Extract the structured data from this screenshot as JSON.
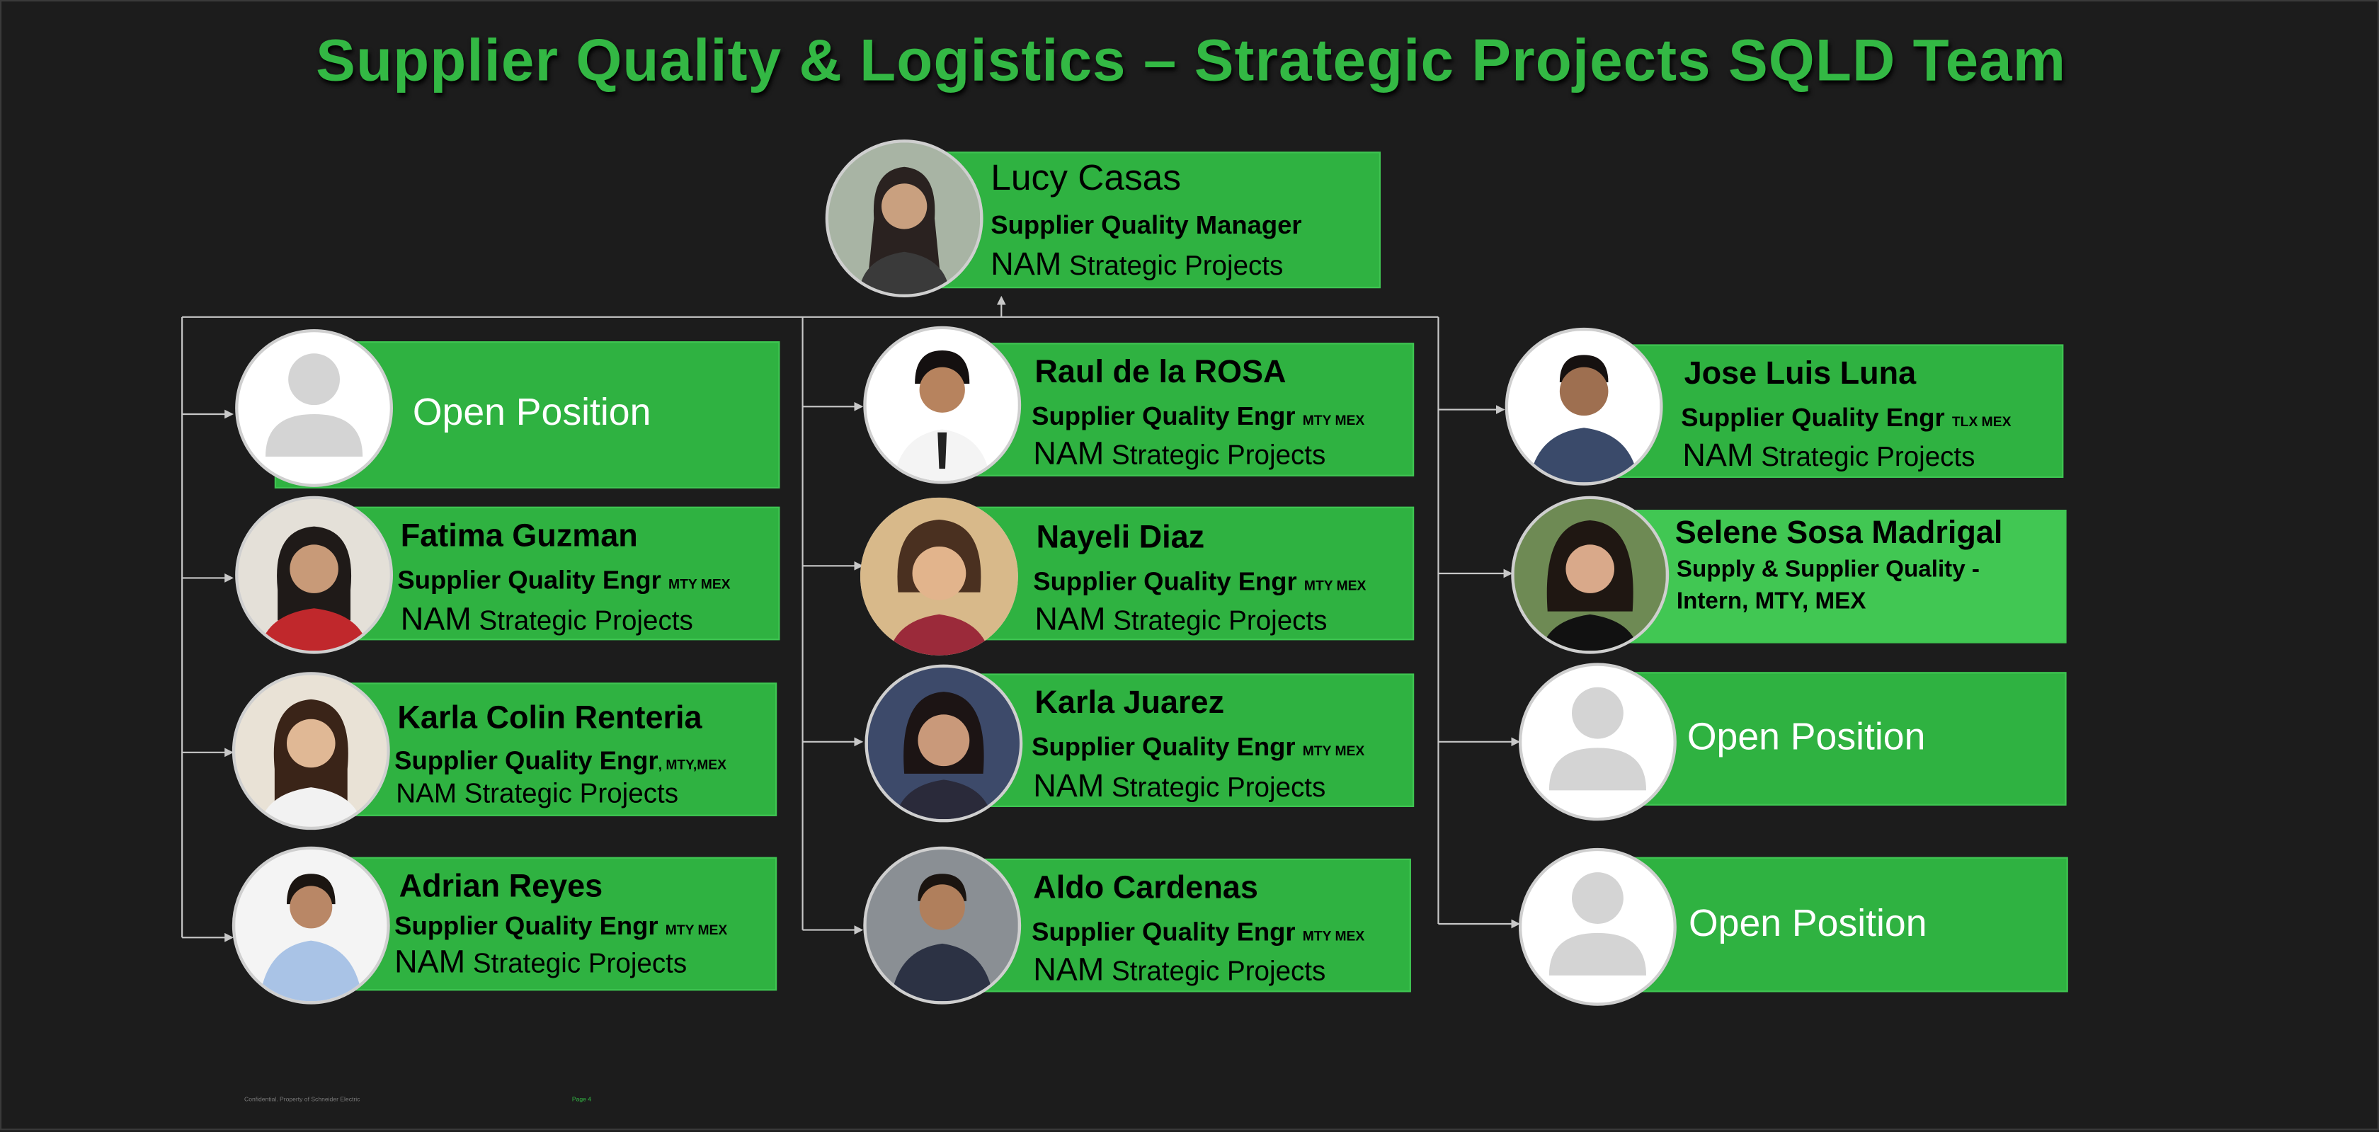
{
  "title": "Supplier Quality & Logistics – Strategic Projects SQLD Team",
  "manager": {
    "name": "Lucy Casas",
    "role": "Supplier Quality Manager",
    "loc_prefix": "NAM",
    "loc_rest": "Strategic Projects"
  },
  "left_column": [
    {
      "type": "open",
      "label": "Open Position"
    },
    {
      "name": "Fatima Guzman",
      "role": "Supplier Quality Engr",
      "site": "MTY MEX",
      "loc_prefix": "NAM",
      "loc_rest": "Strategic Projects"
    },
    {
      "name": "Karla Colin Renteria",
      "role": "Supplier Quality Engr",
      "site": ", MTY,MEX",
      "loc_prefix": "",
      "loc_rest": "NAM Strategic Projects"
    },
    {
      "name": "Adrian Reyes",
      "role": "Supplier Quality Engr",
      "site": "MTY MEX",
      "loc_prefix": "NAM",
      "loc_rest": "Strategic Projects"
    }
  ],
  "middle_column": [
    {
      "name": "Raul de la ROSA",
      "role": "Supplier Quality Engr",
      "site": "MTY MEX",
      "loc_prefix": "NAM",
      "loc_rest": "Strategic Projects"
    },
    {
      "name": "Nayeli Diaz",
      "role": "Supplier Quality Engr",
      "site": "MTY MEX",
      "loc_prefix": "NAM",
      "loc_rest": "Strategic Projects"
    },
    {
      "name": "Karla Juarez",
      "role": "Supplier Quality Engr",
      "site": "MTY MEX",
      "loc_prefix": "NAM",
      "loc_rest": "Strategic Projects"
    },
    {
      "name": "Aldo Cardenas",
      "role": "Supplier Quality Engr",
      "site": "MTY MEX",
      "loc_prefix": "NAM",
      "loc_rest": "Strategic Projects"
    }
  ],
  "right_column": [
    {
      "name": "Jose Luis Luna",
      "role": "Supplier Quality Engr",
      "site": "TLX MEX",
      "loc_prefix": "NAM",
      "loc_rest": "Strategic Projects"
    },
    {
      "name": "Selene Sosa Madrigal",
      "role_line1": "Supply & Supplier Quality -",
      "role_line2": "Intern, MTY, MEX"
    },
    {
      "type": "open",
      "label": "Open Position"
    },
    {
      "type": "open",
      "label": "Open Position"
    }
  ],
  "footer": {
    "confidential": "Confidential. Property of Schneider Electric",
    "page": "Page 4"
  },
  "colors": {
    "card_green": "#2fb241",
    "card_green_light": "#41c753",
    "title_green": "#33b844",
    "background": "#1c1c1c",
    "connector": "#c8c8c8"
  },
  "icons": {
    "placeholder": "person-silhouette-icon",
    "photo": "person-photo-icon"
  }
}
